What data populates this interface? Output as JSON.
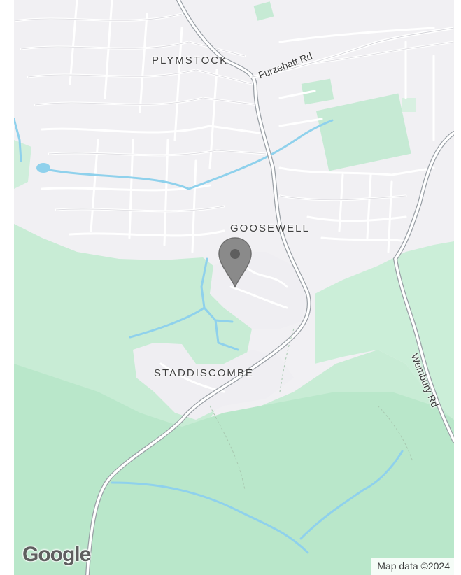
{
  "map": {
    "places": {
      "plymstock": "PLYMSTOCK",
      "goosewell": "GOOSEWELL",
      "staddiscombe": "STADDISCOMBE"
    },
    "roads": {
      "furzehatt": "Furzehatt Rd",
      "wembury": "Wembury Rd"
    },
    "marker_icon": "map-pin",
    "logo_text": "Google",
    "attribution": "Map data ©2024",
    "colors": {
      "land": "#f1f0f3",
      "park": "#c6ead4",
      "woodland": "#b8e8c8",
      "water": "#8fd1ec",
      "road": "#ffffff",
      "main_road": "#9aa0a6",
      "marker": "#8a8a8a"
    }
  }
}
